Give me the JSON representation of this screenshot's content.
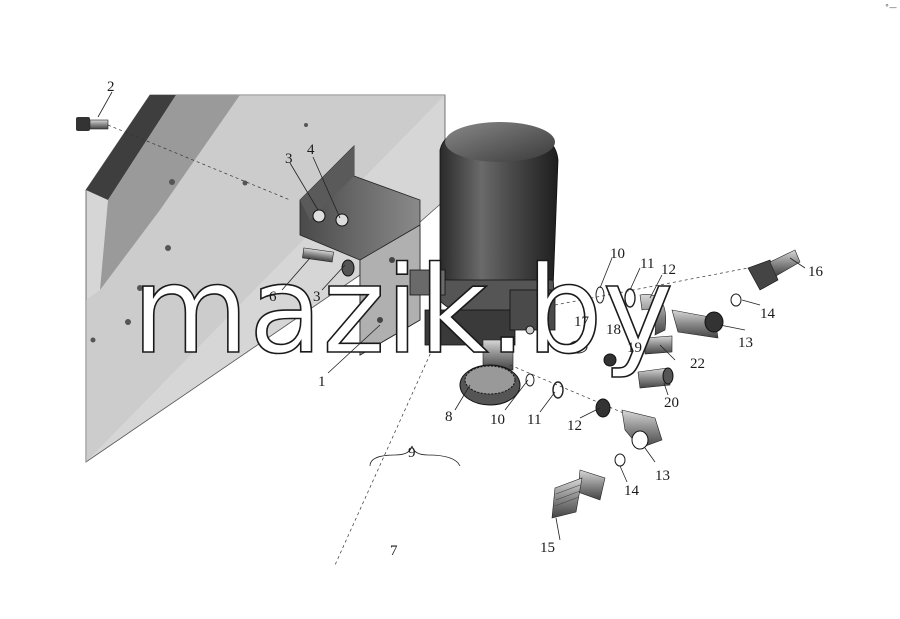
{
  "diagram": {
    "corner_mark": "°—",
    "watermark": "mazik.by",
    "callouts": [
      {
        "id": "c1",
        "text": "1"
      },
      {
        "id": "c2",
        "text": "2"
      },
      {
        "id": "c3a",
        "text": "3"
      },
      {
        "id": "c3b",
        "text": "3"
      },
      {
        "id": "c4",
        "text": "4"
      },
      {
        "id": "c6",
        "text": "6"
      },
      {
        "id": "c7",
        "text": "7"
      },
      {
        "id": "c8",
        "text": "8"
      },
      {
        "id": "c9",
        "text": "9"
      },
      {
        "id": "c10a",
        "text": "10"
      },
      {
        "id": "c10b",
        "text": "10"
      },
      {
        "id": "c11a",
        "text": "11"
      },
      {
        "id": "c11b",
        "text": "11"
      },
      {
        "id": "c12a",
        "text": "12"
      },
      {
        "id": "c12b",
        "text": "12"
      },
      {
        "id": "c13a",
        "text": "13"
      },
      {
        "id": "c13b",
        "text": "13"
      },
      {
        "id": "c14a",
        "text": "14"
      },
      {
        "id": "c14b",
        "text": "14"
      },
      {
        "id": "c15",
        "text": "15"
      },
      {
        "id": "c16",
        "text": "16"
      },
      {
        "id": "c17",
        "text": "17"
      },
      {
        "id": "c18",
        "text": "18"
      },
      {
        "id": "c19",
        "text": "19"
      },
      {
        "id": "c20",
        "text": "20"
      },
      {
        "id": "c22",
        "text": "22"
      }
    ]
  }
}
